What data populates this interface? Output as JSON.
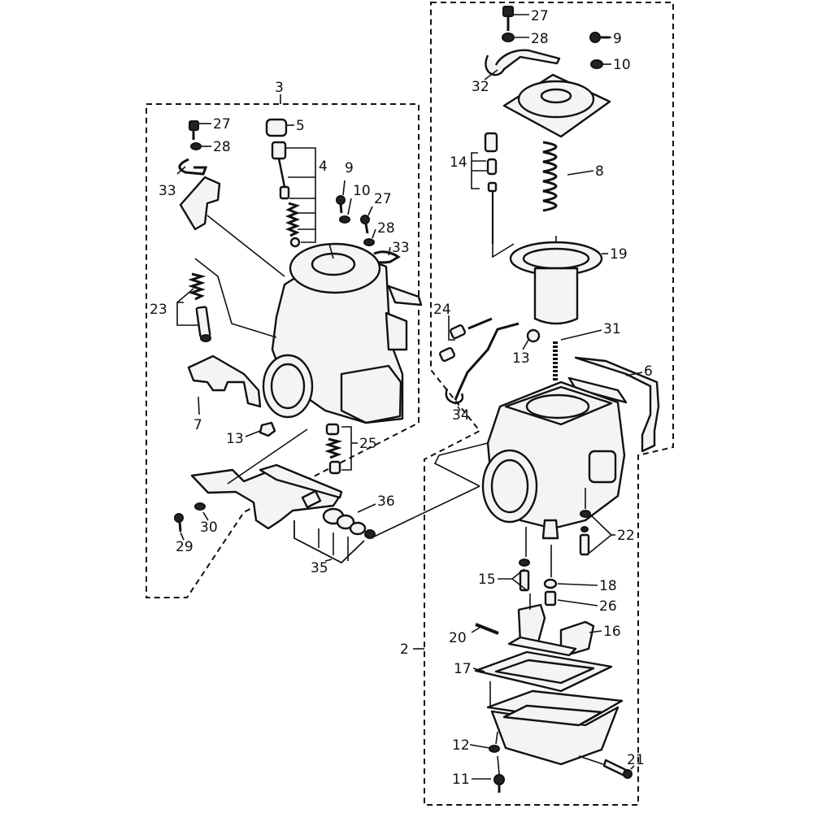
{
  "callouts": [
    {
      "id": "c1",
      "text": "27"
    },
    {
      "id": "c2",
      "text": "28"
    },
    {
      "id": "c3",
      "text": "9"
    },
    {
      "id": "c4",
      "text": "10"
    },
    {
      "id": "c5",
      "text": "32"
    },
    {
      "id": "c6",
      "text": "14"
    },
    {
      "id": "c7",
      "text": "8"
    },
    {
      "id": "c8",
      "text": "19"
    },
    {
      "id": "c9",
      "text": "24"
    },
    {
      "id": "c10",
      "text": "31"
    },
    {
      "id": "c11",
      "text": "13"
    },
    {
      "id": "c12",
      "text": "6"
    },
    {
      "id": "c13",
      "text": "34"
    },
    {
      "id": "c14",
      "text": "22"
    },
    {
      "id": "c15",
      "text": "15"
    },
    {
      "id": "c16",
      "text": "18"
    },
    {
      "id": "c17",
      "text": "26"
    },
    {
      "id": "c18",
      "text": "20"
    },
    {
      "id": "c19",
      "text": "16"
    },
    {
      "id": "c20",
      "text": "2"
    },
    {
      "id": "c21",
      "text": "17"
    },
    {
      "id": "c22",
      "text": "12"
    },
    {
      "id": "c23",
      "text": "21"
    },
    {
      "id": "c24",
      "text": "11"
    },
    {
      "id": "c25",
      "text": "3"
    },
    {
      "id": "c26",
      "text": "27"
    },
    {
      "id": "c27",
      "text": "28"
    },
    {
      "id": "c28",
      "text": "5"
    },
    {
      "id": "c29",
      "text": "4"
    },
    {
      "id": "c30",
      "text": "9"
    },
    {
      "id": "c31",
      "text": "10"
    },
    {
      "id": "c32",
      "text": "27"
    },
    {
      "id": "c33",
      "text": "28"
    },
    {
      "id": "c34",
      "text": "33"
    },
    {
      "id": "c35",
      "text": "33"
    },
    {
      "id": "c36",
      "text": "23"
    },
    {
      "id": "c37",
      "text": "7"
    },
    {
      "id": "c38",
      "text": "13"
    },
    {
      "id": "c39",
      "text": "25"
    },
    {
      "id": "c40",
      "text": "36"
    },
    {
      "id": "c41",
      "text": "30"
    },
    {
      "id": "c42",
      "text": "29"
    },
    {
      "id": "c43",
      "text": "35"
    }
  ]
}
